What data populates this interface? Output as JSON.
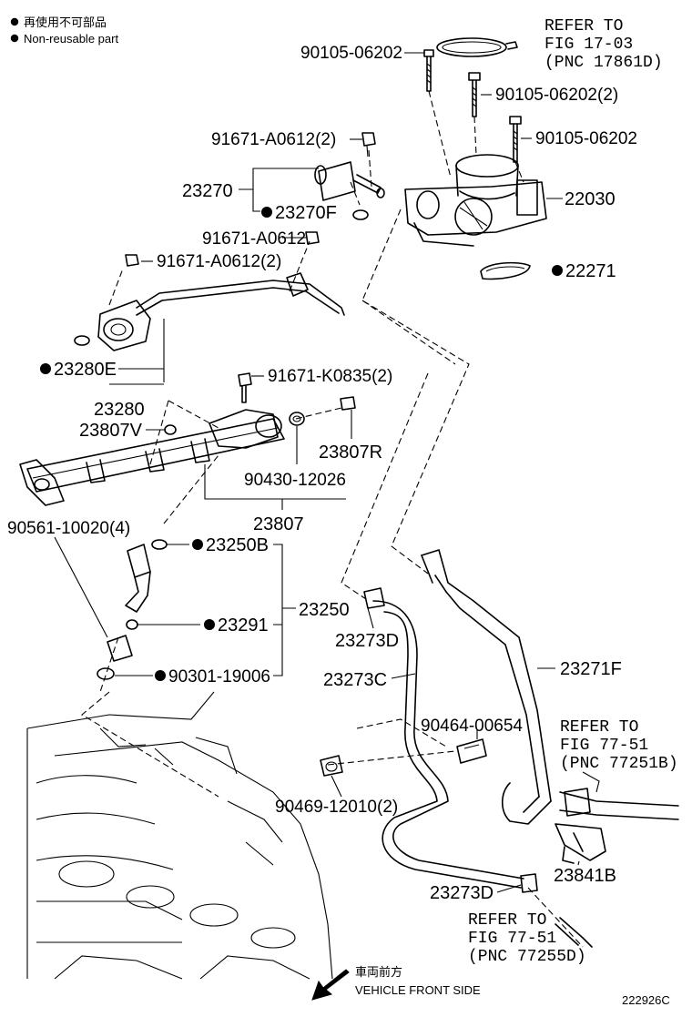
{
  "legend": {
    "line1": "再使用不可部品",
    "line2": "Non-reusable part"
  },
  "labels": {
    "p_90105_top": "90105-06202",
    "p_90105_mid": "90105-06202(2)",
    "p_90105_right": "90105-06202",
    "p_91671_a0612_2a": "91671-A0612(2)",
    "p_23270": "23270",
    "p_23270F": "23270F",
    "p_22030": "22030",
    "p_91671_a0612": "91671-A0612",
    "p_91671_a0612_2b": "91671-A0612(2)",
    "p_22271": "22271",
    "p_23280E": "23280E",
    "p_91671_k0835": "91671-K0835(2)",
    "p_23280": "23280",
    "p_23807V": "23807V",
    "p_23807R": "23807R",
    "p_90430": "90430-12026",
    "p_23807": "23807",
    "p_90561": "90561-10020(4)",
    "p_23250B": "23250B",
    "p_23250": "23250",
    "p_23291": "23291",
    "p_23273D_a": "23273D",
    "p_90301": "90301-19006",
    "p_23273C": "23273C",
    "p_23271F": "23271F",
    "p_90464": "90464-00654",
    "p_90469": "90469-12010(2)",
    "p_23841B": "23841B",
    "p_23273D_b": "23273D"
  },
  "refs": {
    "ref1": [
      "REFER TO",
      "FIG 17-03",
      "(PNC 17861D)"
    ],
    "ref2": [
      "REFER TO",
      "FIG 77-51",
      "(PNC 77251B)"
    ],
    "ref3": [
      "REFER TO",
      "FIG 77-51",
      "(PNC 77255D)"
    ]
  },
  "direction": {
    "line1": "車両前方",
    "line2": "VEHICLE FRONT SIDE"
  },
  "figure_code": "222926C"
}
